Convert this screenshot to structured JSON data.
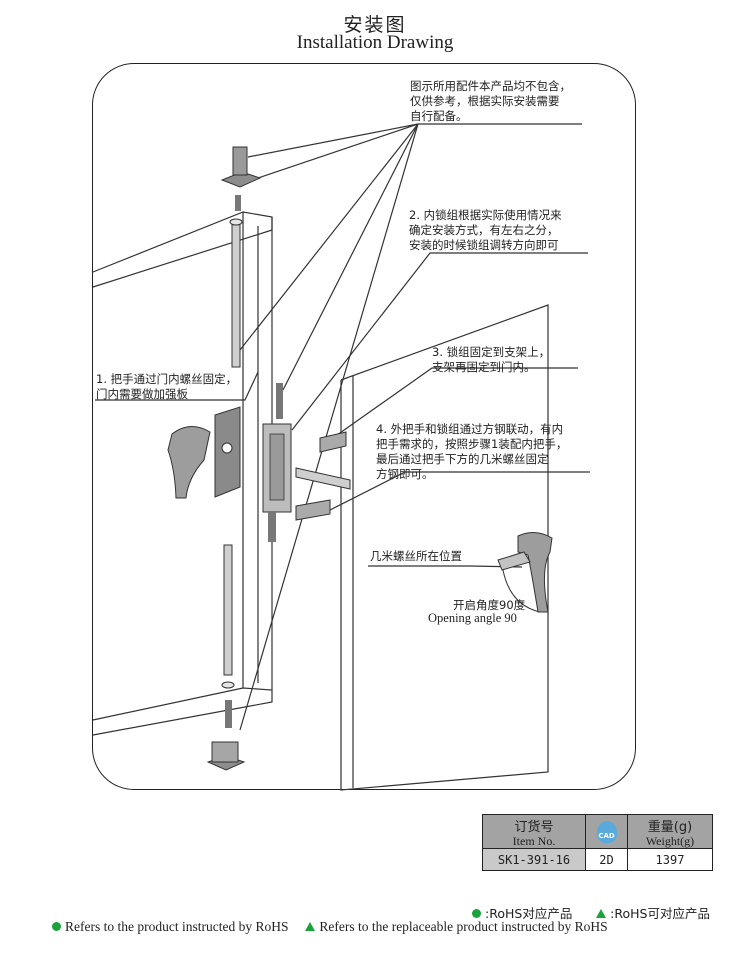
{
  "header": {
    "title_zh": "安装图",
    "title_en": "Installation Drawing"
  },
  "notes": {
    "note_accessories": [
      "图示所用配件本产品均不包含，",
      "仅供参考，根据实际安装需要",
      "自行配备。"
    ],
    "note_2": [
      "2. 内锁组根据实际使用情况来",
      "确定安装方式，有左右之分，",
      "安装的时候锁组调转方向即可"
    ],
    "note_3": [
      "3. 锁组固定到支架上，",
      "支架再固定到门内。"
    ],
    "note_4": [
      "4. 外把手和锁组通过方钢联动，有内",
      "把手需求的，按照步骤1装配内把手，",
      "最后通过把手下方的几米螺丝固定",
      "方钢即可。"
    ],
    "note_1": [
      "1. 把手通过门内螺丝固定，",
      "门内需要做加强板"
    ],
    "screw_position": "几米螺丝所在位置",
    "opening_angle_zh": "开启角度90度",
    "opening_angle_en": "Opening angle 90"
  },
  "spec_table": {
    "item_no_zh": "订货号",
    "item_no_en": "Item No.",
    "cad_badge": "CAD",
    "weight_zh": "重量(g)",
    "weight_en": "Weight(g)",
    "item_no_value": "SK1-391-16",
    "cad_value": "2D",
    "weight_value": "1397"
  },
  "legend": {
    "rohs_zh": ":RoHS对应产品",
    "replaceable_zh": ":RoHS可对应产品",
    "rohs_en": "Refers to the product instructed by RoHS",
    "replaceable_en": "Refers to the replaceable product instructed by RoHS",
    "rohs_color": "#1aa33a"
  }
}
